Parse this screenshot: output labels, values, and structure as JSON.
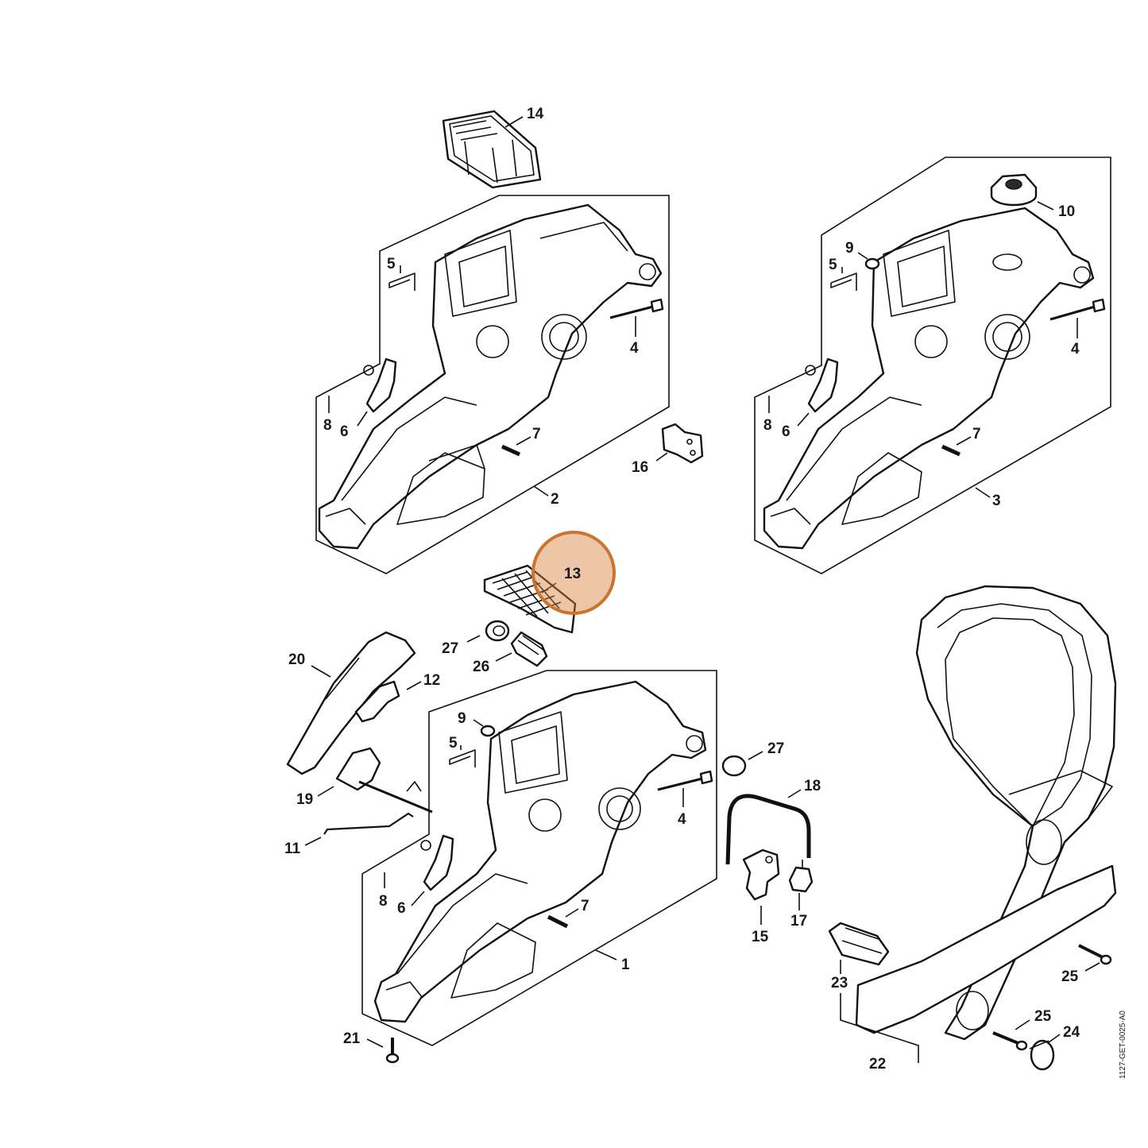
{
  "diagram": {
    "reference_code": "1127-GET-0025-A0",
    "highlighted_part": "13",
    "callouts": {
      "c1": "1",
      "c2": "2",
      "c3": "3",
      "c4a": "4",
      "c4b": "4",
      "c4c": "4",
      "c5a": "5",
      "c5b": "5",
      "c5c": "5",
      "c6a": "6",
      "c6b": "6",
      "c6c": "6",
      "c7a": "7",
      "c7b": "7",
      "c7c": "7",
      "c8a": "8",
      "c8b": "8",
      "c8c": "8",
      "c9a": "9",
      "c9b": "9",
      "c10": "10",
      "c11": "11",
      "c12": "12",
      "c13": "13",
      "c14": "14",
      "c15": "15",
      "c16": "16",
      "c17": "17",
      "c18": "18",
      "c19": "19",
      "c20": "20",
      "c21": "21",
      "c22": "22",
      "c23": "23",
      "c24": "24",
      "c25a": "25",
      "c25b": "25",
      "c26": "26",
      "c27a": "27",
      "c27b": "27"
    }
  }
}
